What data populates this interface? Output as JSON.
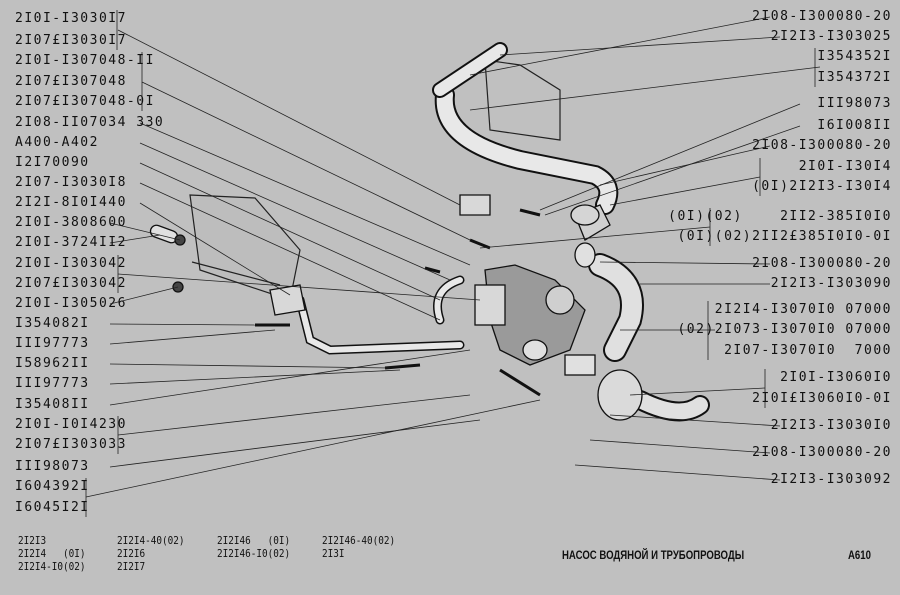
{
  "left_labels": [
    "2I0I-I3030I7",
    "2I07£I3030I7",
    "2I0I-I307048-II",
    "2I07£I307048",
    "2I07£I307048-0I",
    "2I08-II07034 330",
    "A400-A402",
    "I2I70090",
    "2I07-I3030I8",
    "2I2I-8I0I440",
    "2I0I-3808600",
    "2I0I-3724II2",
    "2I0I-I303042",
    "2I07£I303042",
    "2I0I-I305026",
    "I354082I",
    "III97773",
    "I58962II",
    "III97773",
    "I35408II",
    "2I0I-I0I4230",
    "2I07£I303033",
    "III98073",
    "I604392I",
    "I6045I2I"
  ],
  "right_labels": [
    "2I08-I300080-20",
    "2I2I3-I303025",
    "I354352I",
    "I354372I",
    "III98073",
    "I6I008II",
    "2I08-I300080-20",
    "2I0I-I30I4",
    "(0I)2I2I3-I30I4",
    "(0I)(02)    2II2-385I0I0",
    "(0I)(02)2II2£385I0I0-0I",
    "2I08-I300080-20",
    "2I2I3-I303090",
    "2I2I4-I3070I0 07000",
    "(02)2I073-I3070I0 07000",
    "2I07-I3070I0  7000",
    "2I0I-I3060I0",
    "2I0I£I3060I0-0I",
    "2I2I3-I3030I0",
    "2I08-I300080-20",
    "2I2I3-I303092"
  ],
  "models": [
    "2I2I3",
    "2I2I4   (0I)",
    "2I2I4-I0(02)",
    "2I2I4-40(02)",
    "2I2I6",
    "2I2I7",
    "2I2I46   (0I)",
    "2I2I46-I0(02)",
    "2I2I46-40(02)",
    "2I3I"
  ],
  "title": "НАСОС ВОДЯНОЙ И ТРУБОПРОВОДЫ",
  "sheet_code": "A610"
}
